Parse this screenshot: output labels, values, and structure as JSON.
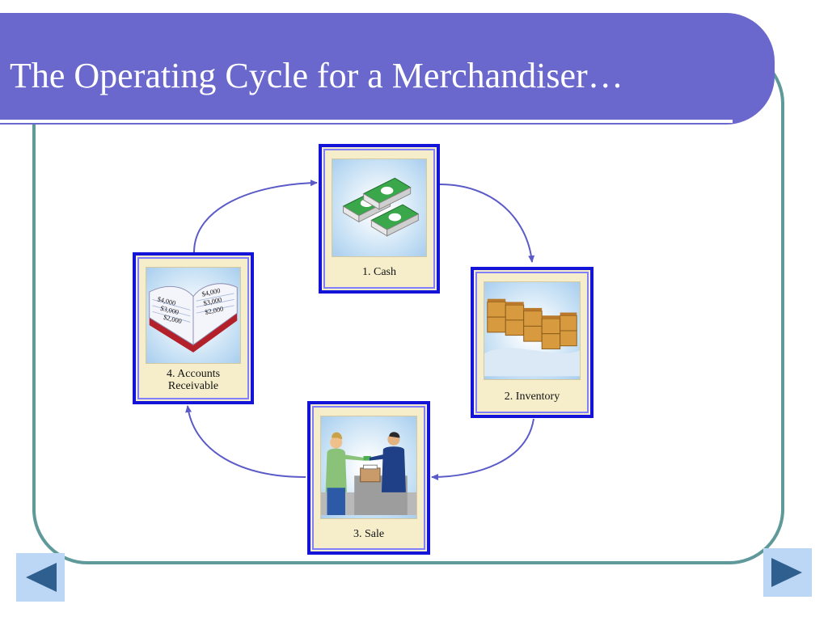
{
  "slide": {
    "title": "The Operating Cycle for a Merchandiser…"
  },
  "cycle": [
    {
      "id": "cash",
      "label": "1. Cash",
      "icon": "cash-bundles-icon"
    },
    {
      "id": "inventory",
      "label": "2. Inventory",
      "icon": "boxes-icon"
    },
    {
      "id": "sale",
      "label": "3. Sale",
      "icon": "sale-transaction-icon"
    },
    {
      "id": "receivable",
      "label": "4. Accounts Receivable",
      "icon": "ledger-book-icon"
    }
  ],
  "ledger_amounts": [
    "$4,000",
    "$3,000",
    "$2,000"
  ],
  "nav": {
    "prev_icon": "previous-slide-icon",
    "next_icon": "next-slide-icon"
  },
  "colors": {
    "title_bar": "#6a67cd",
    "frame": "#5f9999",
    "card_border": "#1414d9",
    "arrow": "#5a5ac8",
    "card_bg": "#f6eeca"
  }
}
